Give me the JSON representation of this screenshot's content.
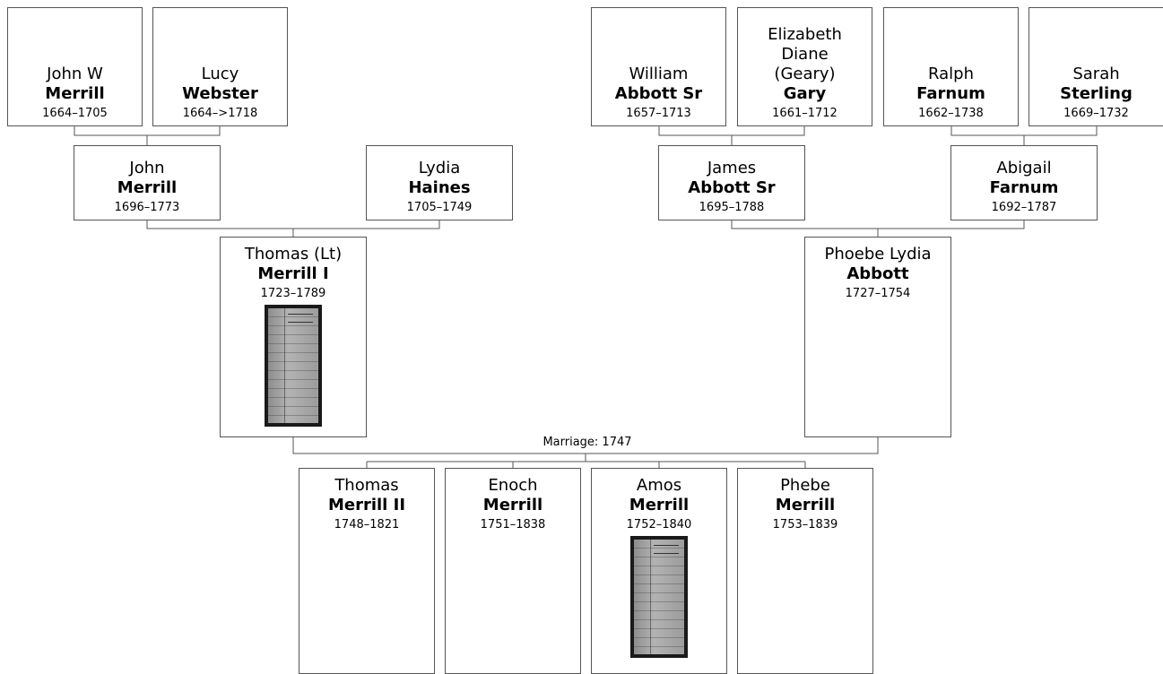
{
  "people": {
    "john_w_merrill": {
      "given": "John W",
      "surname": "Merrill",
      "dates": "1664–1705"
    },
    "lucy_webster": {
      "given": "Lucy",
      "surname": "Webster",
      "dates": "1664–>1718"
    },
    "william_abbott_sr": {
      "given": "William",
      "surname": "Abbott Sr",
      "dates": "1657–1713"
    },
    "elizabeth_gary": {
      "given": "Elizabeth Diane (Geary)",
      "surname": "Gary",
      "dates": "1661–1712"
    },
    "ralph_farnum": {
      "given": "Ralph",
      "surname": "Farnum",
      "dates": "1662–1738"
    },
    "sarah_sterling": {
      "given": "Sarah",
      "surname": "Sterling",
      "dates": "1669–1732"
    },
    "john_merrill": {
      "given": "John",
      "surname": "Merrill",
      "dates": "1696–1773"
    },
    "lydia_haines": {
      "given": "Lydia",
      "surname": "Haines",
      "dates": "1705–1749"
    },
    "james_abbott_sr": {
      "given": "James",
      "surname": "Abbott Sr",
      "dates": "1695–1788"
    },
    "abigail_farnum": {
      "given": "Abigail",
      "surname": "Farnum",
      "dates": "1692–1787"
    },
    "thomas_merrill_i": {
      "given": "Thomas (Lt)",
      "surname": "Merrill I",
      "dates": "1723–1789"
    },
    "phoebe_abbott": {
      "given": "Phoebe Lydia",
      "surname": "Abbott",
      "dates": "1727–1754"
    },
    "thomas_merrill_ii": {
      "given": "Thomas",
      "surname": "Merrill II",
      "dates": "1748–1821"
    },
    "enoch_merrill": {
      "given": "Enoch",
      "surname": "Merrill",
      "dates": "1751–1838"
    },
    "amos_merrill": {
      "given": "Amos",
      "surname": "Merrill",
      "dates": "1752–1840"
    },
    "phebe_merrill": {
      "given": "Phebe",
      "surname": "Merrill",
      "dates": "1753–1839"
    }
  },
  "marriage_label": "Marriage: 1747",
  "colors": {
    "border": "#555555",
    "line": "#555555",
    "background": "#ffffff"
  }
}
